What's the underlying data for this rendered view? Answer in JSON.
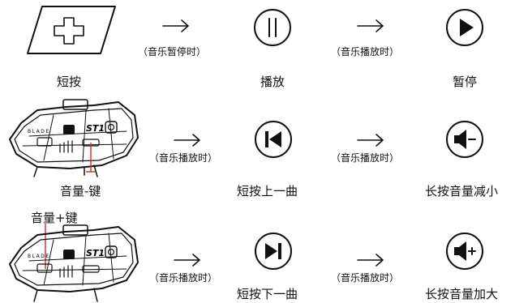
{
  "row1": {
    "button_label": "短按",
    "cond1": "（音乐暂停时）",
    "cond2": "（音乐播放时）",
    "state_play": "播放",
    "state_pause": "暂停"
  },
  "row2": {
    "key_label": "音量-键",
    "cond1": "（音乐播放时）",
    "cond2": "（音乐播放时）",
    "action1": "短按上一曲",
    "action2": "长按音量减小"
  },
  "row3": {
    "key_label": "音量+键",
    "cond1": "（音乐播放时）",
    "cond2": "（音乐播放时）",
    "action1": "短按下一曲",
    "action2": "长按音量加大"
  },
  "device": {
    "brand_text": "BLADE",
    "model_text": "ST1"
  },
  "icons": {
    "plus_button": "plus-button-icon",
    "pause": "pause-icon",
    "play": "play-icon",
    "prev": "previous-track-icon",
    "vol_down": "volume-down-icon",
    "next": "next-track-icon",
    "vol_up": "volume-up-icon",
    "arrow": "right-arrow-icon"
  }
}
